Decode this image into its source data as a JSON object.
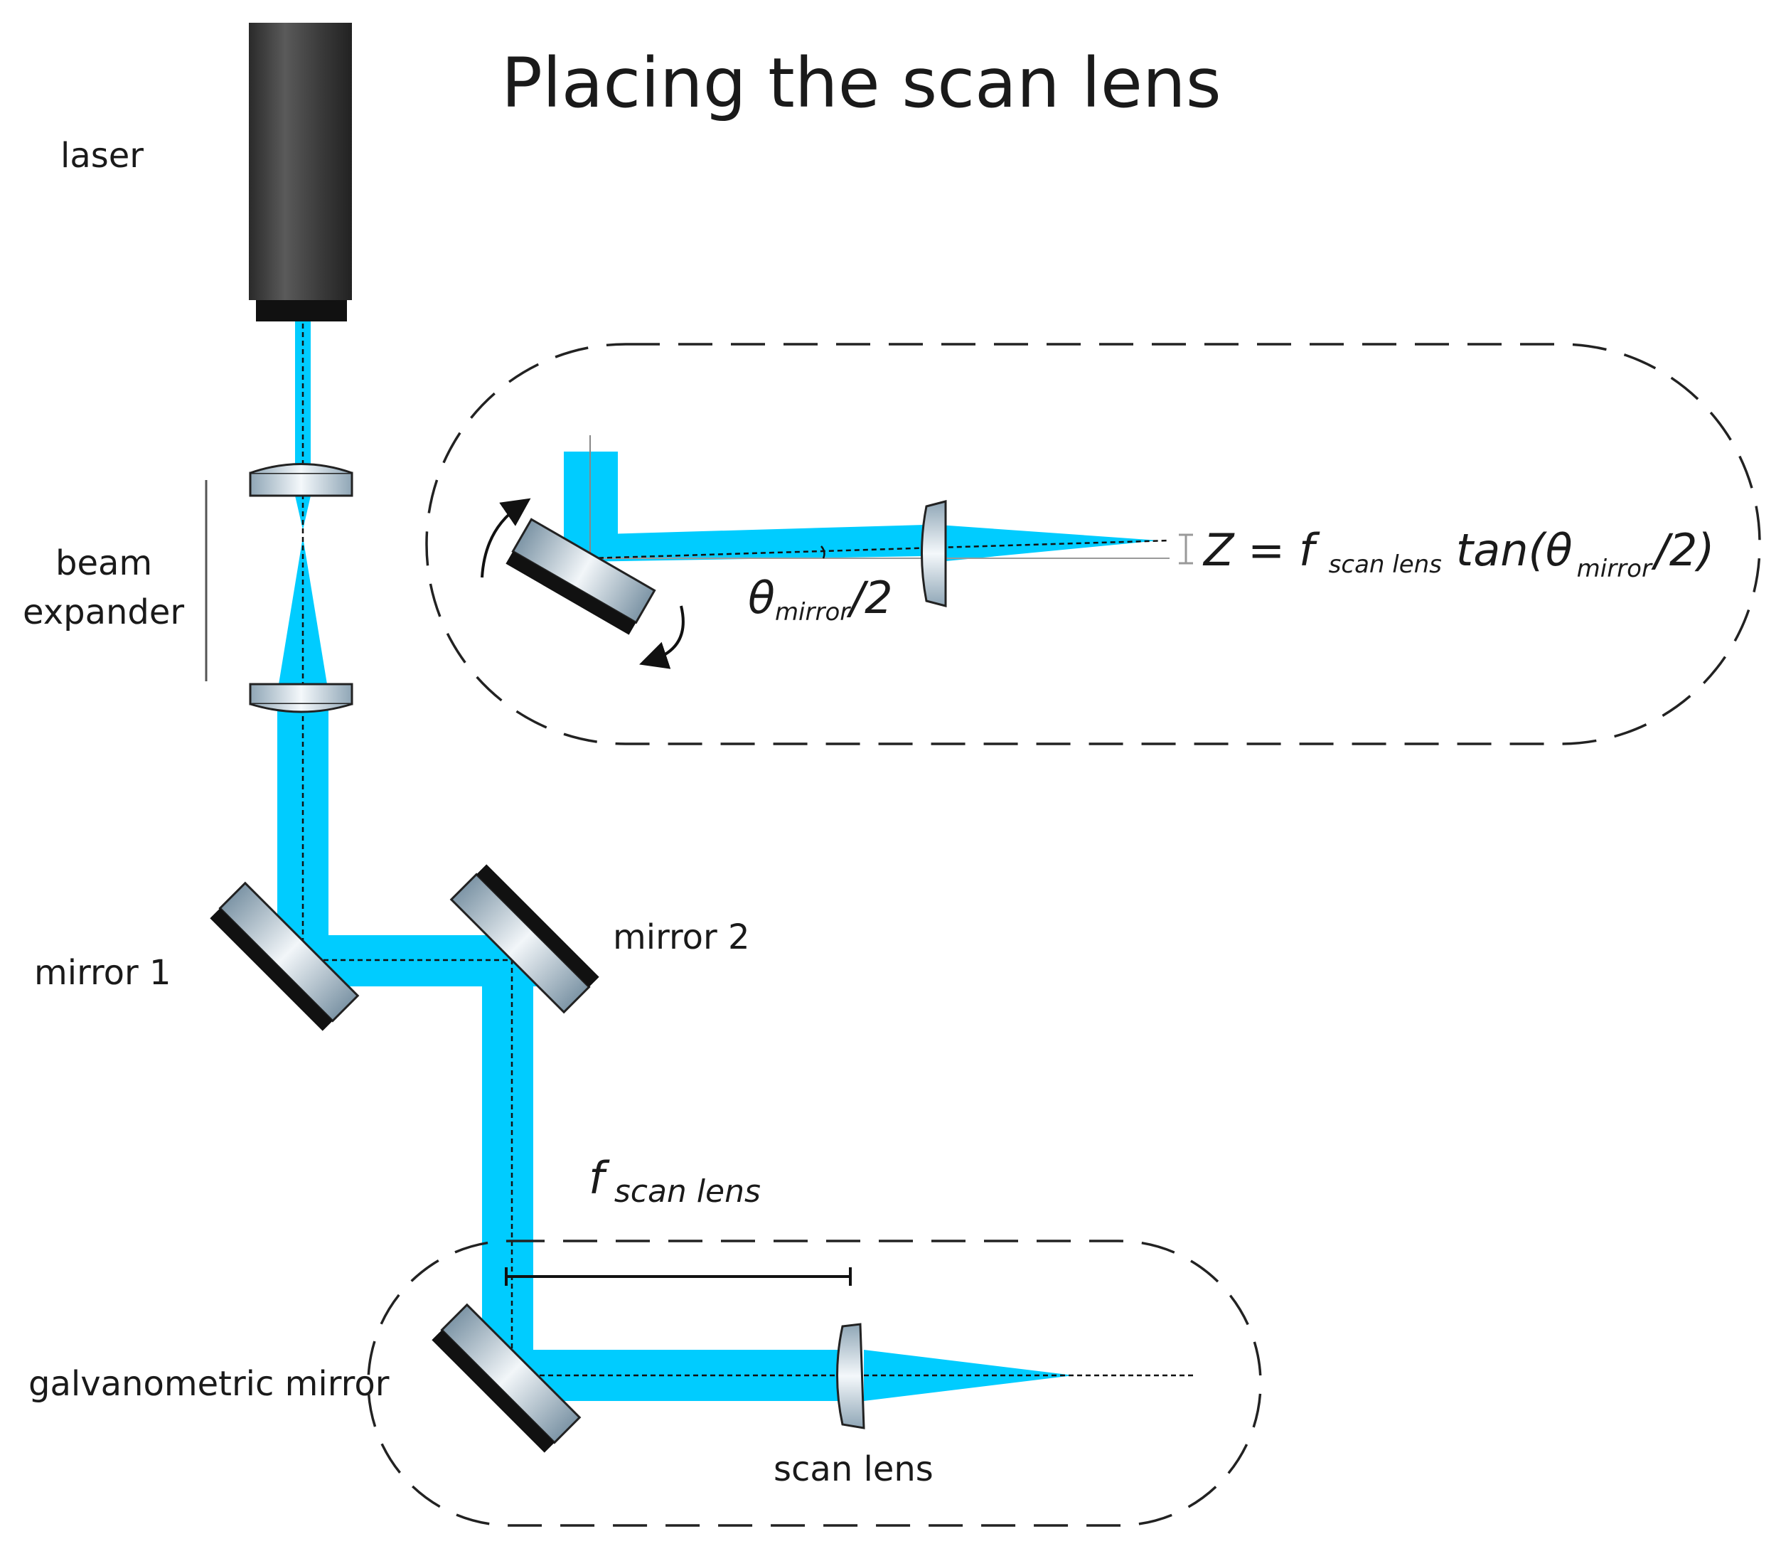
{
  "title": "Placing the scan lens",
  "labels": {
    "laser": "laser",
    "beam": "beam",
    "expander": "expander",
    "mirror1": "mirror 1",
    "mirror2": "mirror 2",
    "galvo": "galvanometric mirror",
    "scan_lens": "scan lens"
  },
  "angle": {
    "symbol": "θ",
    "sub": "mirror",
    "tail": "/2"
  },
  "equation": {
    "lhs": "Z = f",
    "sub1": "scan lens",
    "mid": "tan(θ",
    "sub2": "mirror",
    "end": "/2)"
  },
  "focal": {
    "symbol": "f",
    "sub": "scan lens"
  },
  "colors": {
    "beam": "#00CCFF",
    "housing": "#3a3a3a",
    "mirror_back": "#111111",
    "glass": "#c5d4de"
  }
}
